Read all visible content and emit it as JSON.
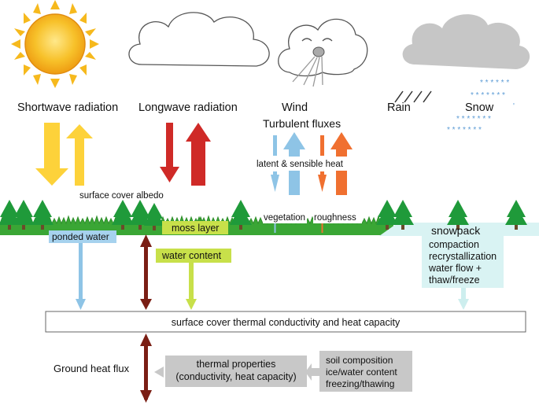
{
  "labels": {
    "shortwave": "Shortwave radiation",
    "longwave": "Longwave radiation",
    "wind": "Wind",
    "rain": "Rain",
    "snow": "Snow",
    "turbulent": "Turbulent  fluxes",
    "latent": "latent & sensible heat",
    "albedo": "surface cover albedo",
    "vegetation": "vegetation",
    "roughness": "roughness",
    "moss": "moss layer",
    "ponded": "ponded water",
    "water_content": "water content",
    "snowpack_title": "snowpack",
    "snowpack_lines": [
      "compaction",
      "recrystallization",
      "water flow +",
      "thaw/freeze"
    ],
    "conductivity": "surface cover thermal conductivity and heat capacity",
    "ground_flux": "Ground heat flux",
    "thermal_lines": [
      "thermal  properties",
      "(conductivity, heat capacity)"
    ],
    "soil_lines": [
      "soil composition",
      "ice/water content",
      "freezing/thawing"
    ]
  },
  "colors": {
    "sun": "#f6b91d",
    "shortwave_arrow": "#fdd23a",
    "longwave_arrow": "#cf2a27",
    "latent_arrow": "#8ec4e6",
    "sensible_arrow": "#f07030",
    "ground": "#3aa635",
    "moss": "#c8e04a",
    "ponded": "#a6d2ee",
    "snowpack": "#d9f3f3",
    "ground_heat_arrow": "#7a1e14",
    "gray_box": "#c8c8c8"
  }
}
